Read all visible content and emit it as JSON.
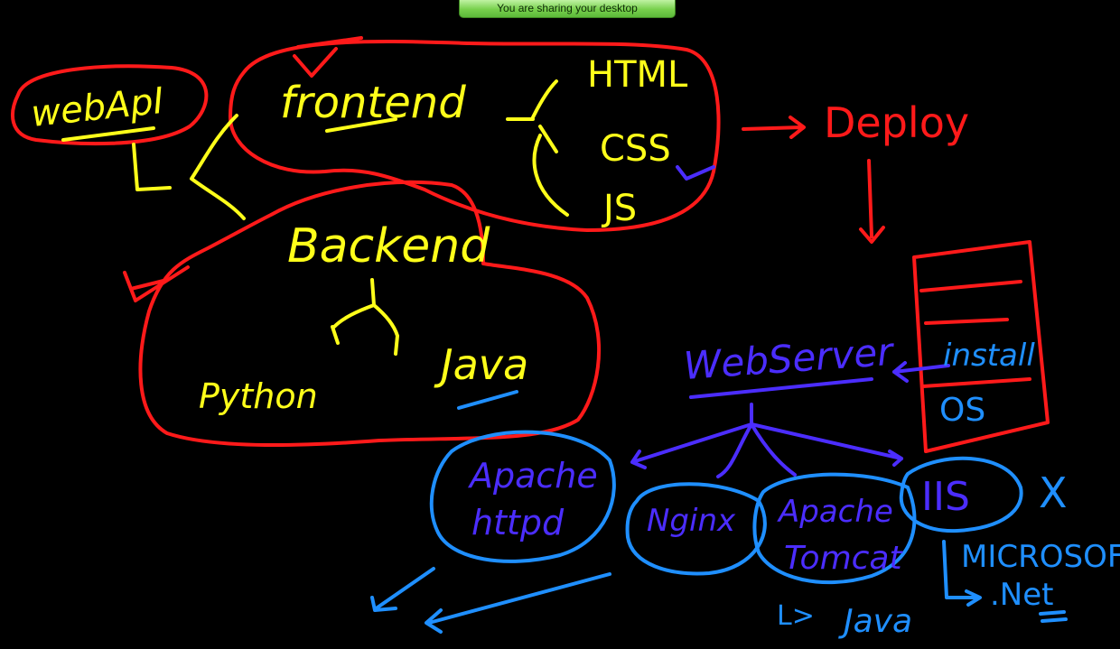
{
  "banner": {
    "text": "You are sharing your desktop"
  },
  "colors": {
    "red": "#ff1a1a",
    "yellow": "#ffff1a",
    "blue": "#1f8fff",
    "purple": "#4b2dff"
  },
  "nodes": {
    "webapi": "webApI",
    "frontend": "frontend",
    "html": "HTML",
    "css": "CSS",
    "js": "JS",
    "deploy": "Deploy",
    "backend": "Backend",
    "python": "Python",
    "java": "Java",
    "webserver": "WebServer",
    "install": "install",
    "os": "OS",
    "apache_httpd_1": "Apache",
    "apache_httpd_2": "httpd",
    "nginx": "Nginx",
    "tomcat_1": "Apache",
    "tomcat_2": "Tomcat",
    "iis": "IIS",
    "x_mark": "X",
    "microsoft": "MICROSOFT",
    "dotnet": ".Net",
    "java_note": "Java",
    "arrow_mark": "L>"
  }
}
